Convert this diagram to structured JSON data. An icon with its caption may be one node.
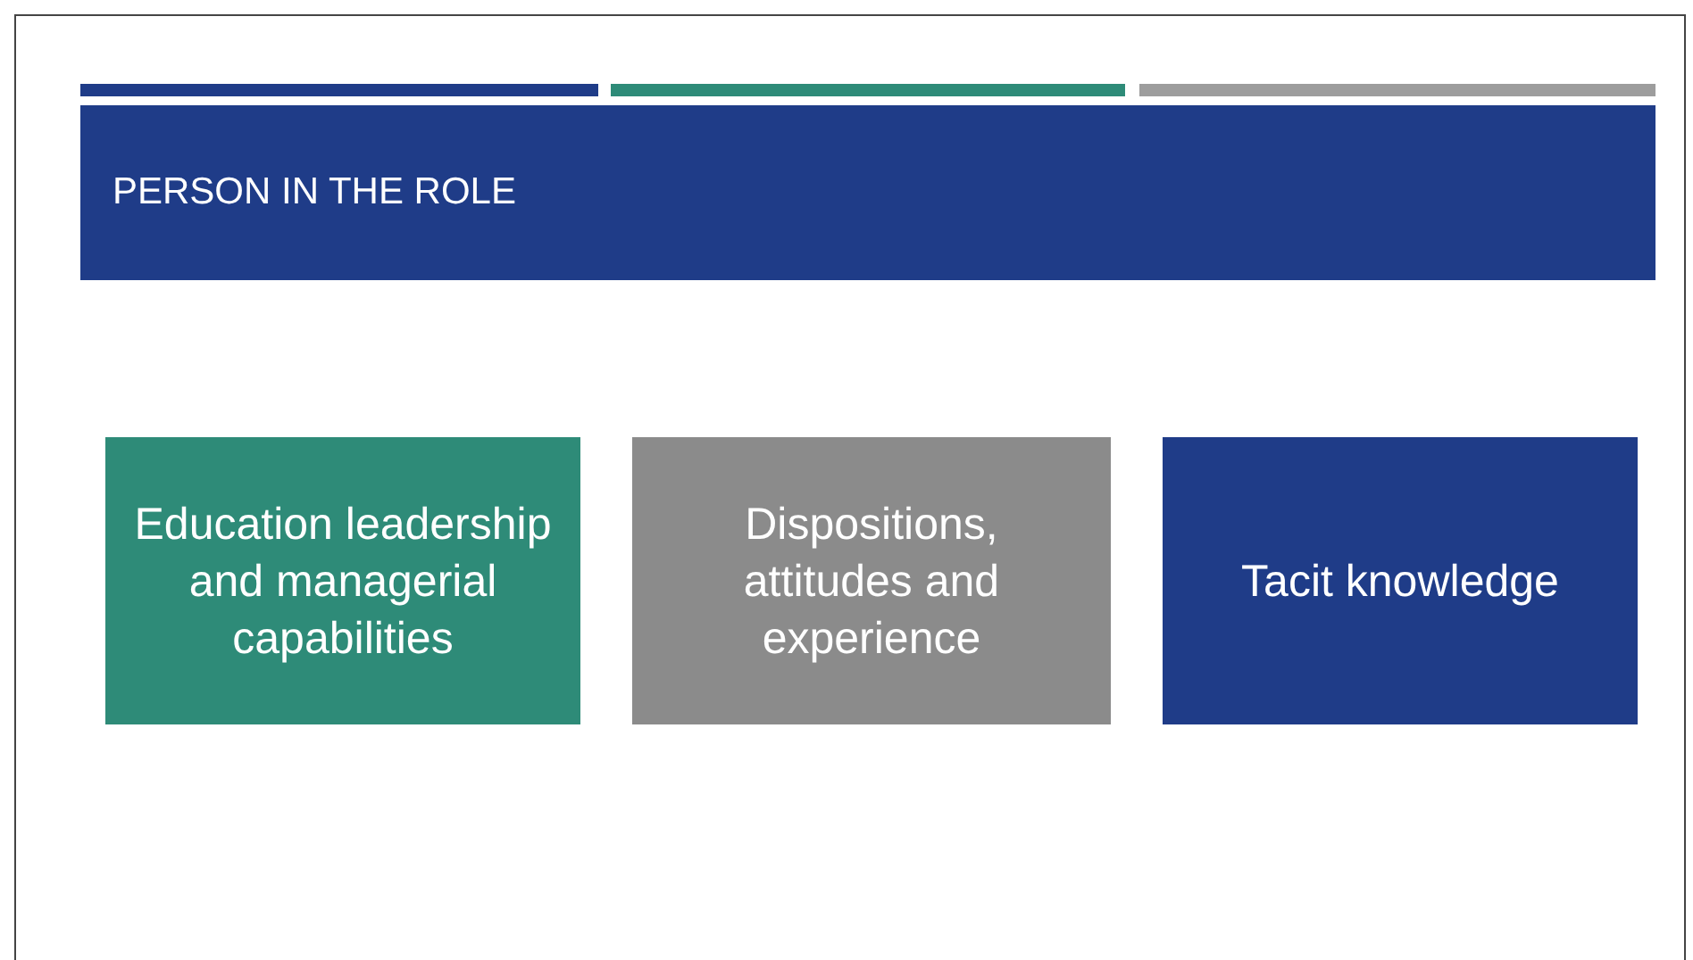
{
  "diagram": {
    "nodes": [
      {
        "text": [
          "PERSON IN THE ROLE"
        ]
      },
      {
        "text": [
          "Education leadership and managerial capabilities"
        ]
      },
      {
        "text": [
          "Dispositions, attitudes and experience"
        ]
      },
      {
        "text": [
          "Tacit knowledge"
        ]
      }
    ]
  }
}
